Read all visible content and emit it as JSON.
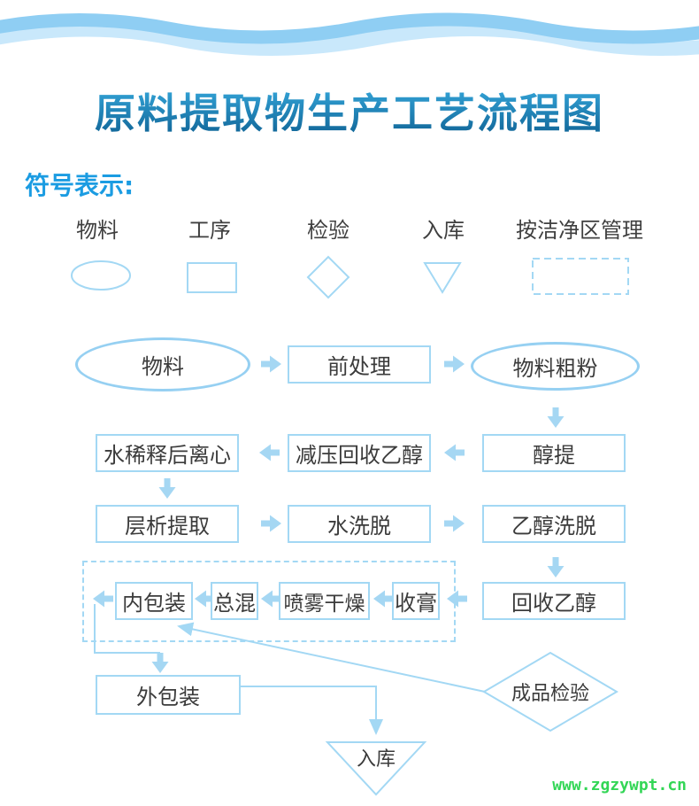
{
  "title": "原料提取物生产工艺流程图",
  "legend": {
    "heading": "符号表示:",
    "items": [
      {
        "label": "物料",
        "shape": "ellipse"
      },
      {
        "label": "工序",
        "shape": "rectangle"
      },
      {
        "label": "检验",
        "shape": "diamond"
      },
      {
        "label": "入库",
        "shape": "triangle-down"
      },
      {
        "label": "按洁净区管理",
        "shape": "dashed-rectangle"
      }
    ]
  },
  "flow": {
    "nodes": {
      "wuliao": "物料",
      "qianchuli": "前处理",
      "wuliaocufen": "物料粗粉",
      "shuixishihou": "水稀释后离心",
      "jianya": "减压回收乙醇",
      "chunti": "醇提",
      "cengxi": "层析提取",
      "shuixituo": "水洗脱",
      "yichunxituo": "乙醇洗脱",
      "huishou": "回收乙醇",
      "shougao": "收膏",
      "penwu": "喷雾干燥",
      "zonghun": "总混",
      "neibao": "内包装",
      "waibao": "外包装",
      "chengpin": "成品检验",
      "ruku": "入库"
    }
  },
  "watermark": "www.zgzywpt.cn",
  "colors": {
    "accent_blue": "#1b9ce2",
    "shape_stroke": "#a3d8f4",
    "ellipse_stroke": "#96d0f2",
    "arrow_fill": "#a5d7f3",
    "wave_dark": "#8fcef3",
    "wave_light": "#c9e8fb",
    "title_gradient_top": "#38ace0",
    "title_gradient_bottom": "#0e6092",
    "text": "#3b3b3b",
    "watermark_green": "#33d656"
  }
}
